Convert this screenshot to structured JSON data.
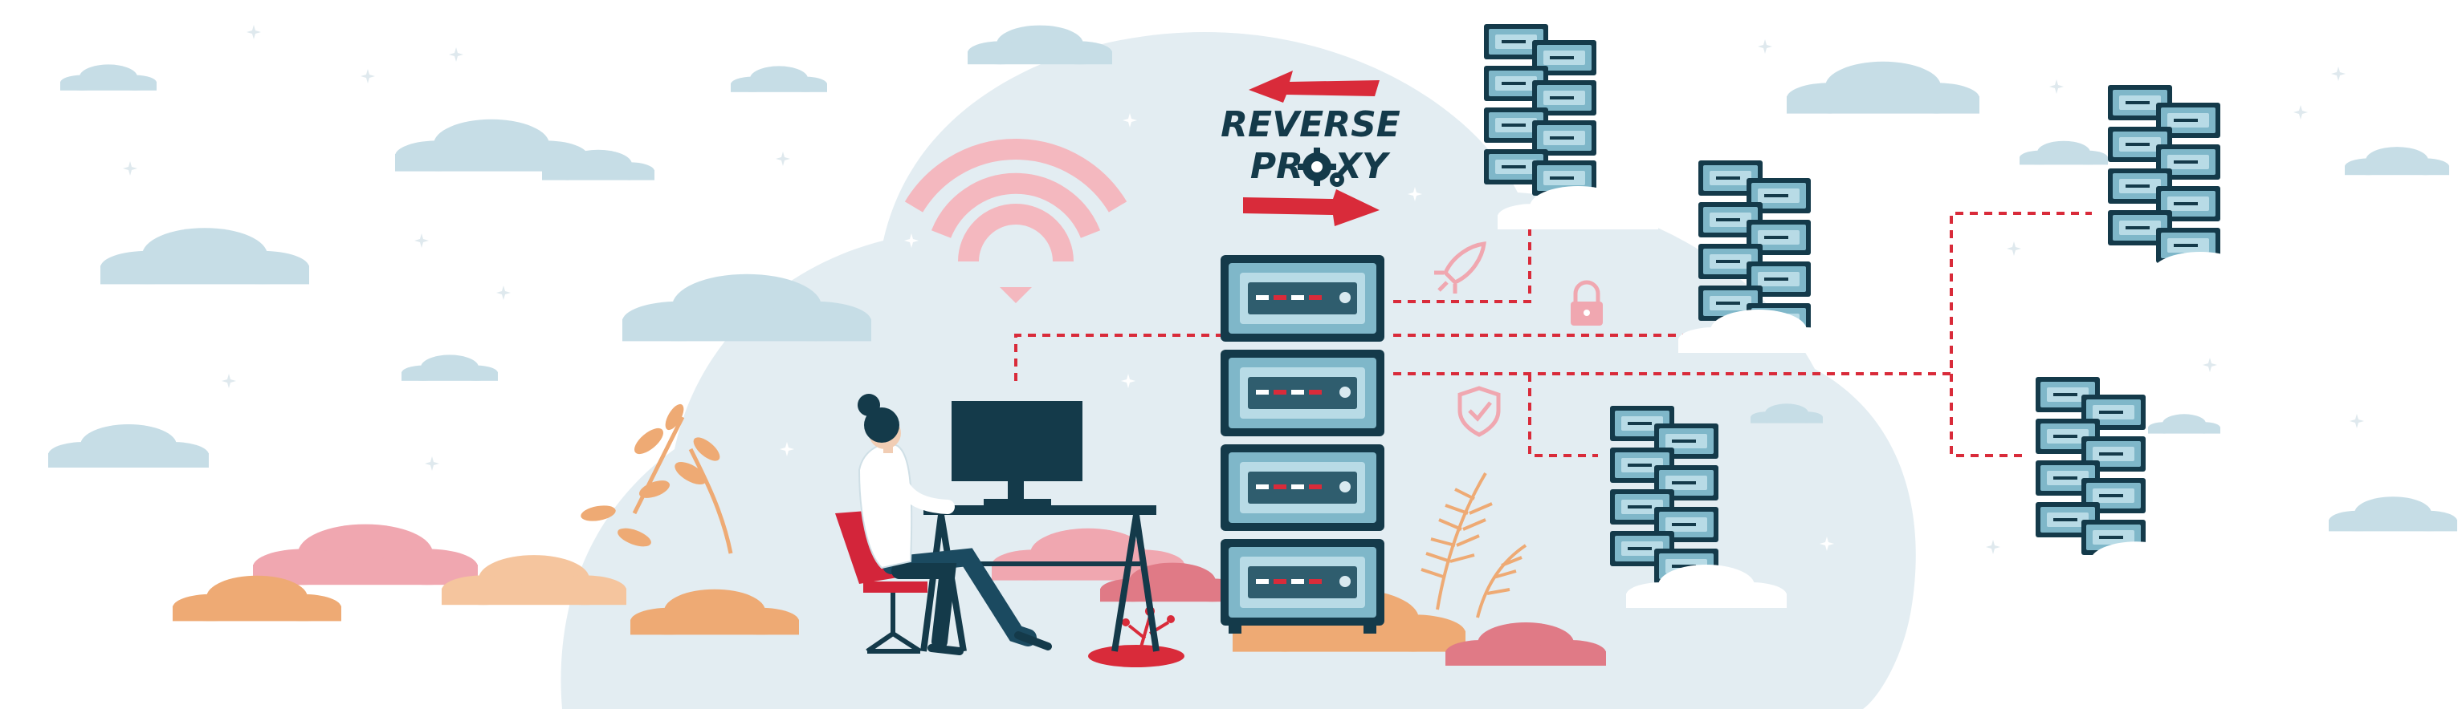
{
  "illustration": {
    "logo": {
      "line1": "REVERSE",
      "line2_before": "PR",
      "line2_after": "XY"
    }
  },
  "colors": {
    "background": "#ffffff",
    "sky_blob": "#e3edf2",
    "cloud_blue": "#c6dde6",
    "server_dark": "#143a4a",
    "server_panel": "#7fb7c9",
    "server_light": "#b8dbe6",
    "accent_red": "#d92b3a",
    "pink": "#f0a7b0",
    "peach": "#f3b98c",
    "orange": "#eeaa74",
    "wifi": "#f4b8bf",
    "chair": "#d3253a",
    "monitor": "#143a4a"
  },
  "icons": [
    "rocket-icon",
    "lock-icon",
    "shield-check-icon",
    "gear-icon",
    "wifi-icon"
  ]
}
